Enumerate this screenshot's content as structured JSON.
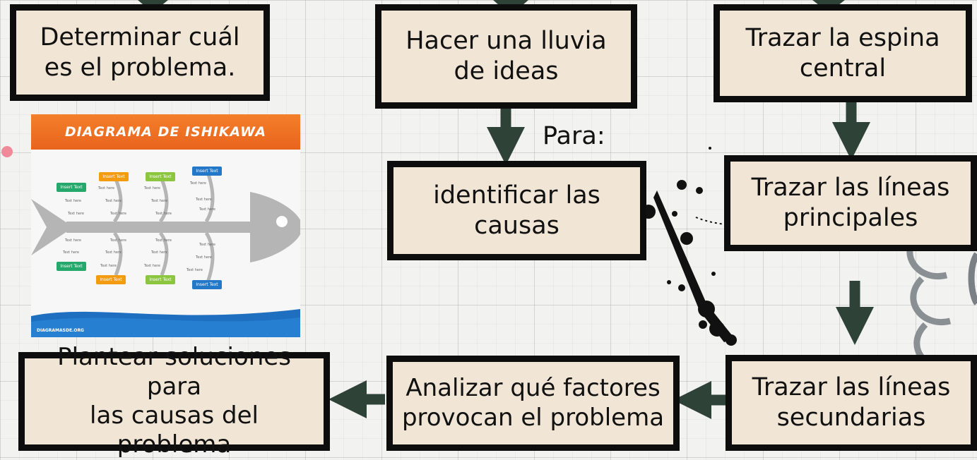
{
  "steps": {
    "determinar": "Determinar cuál\nes el problema.",
    "lluvia": "Hacer una lluvia\nde ideas",
    "espina": "Trazar la espina\ncentral",
    "identificar": "identificar las\ncausas",
    "principales": "Trazar las líneas\nprincipales",
    "secundarias": "Trazar las líneas\nsecundarias",
    "analizar": "Analizar qué factores\nprovocan el problema",
    "plantear": "Plantear soluciones para\nlas causas del problema"
  },
  "para_label": "Para:",
  "thumbnail": {
    "title": "DIAGRAMA DE ISHIKAWA",
    "insert_label": "Insert Text",
    "text_here": "Text here",
    "footer": "DIAGRAMASDE.ORG"
  },
  "colors": {
    "box_fill": "#f1e6d6",
    "box_border": "#0d0d0d",
    "arrow": "#2f4238",
    "thumb_header": "#f47f2a",
    "thumb_footer": "#1f6fc0",
    "fish_body": "#b5b5b5"
  }
}
